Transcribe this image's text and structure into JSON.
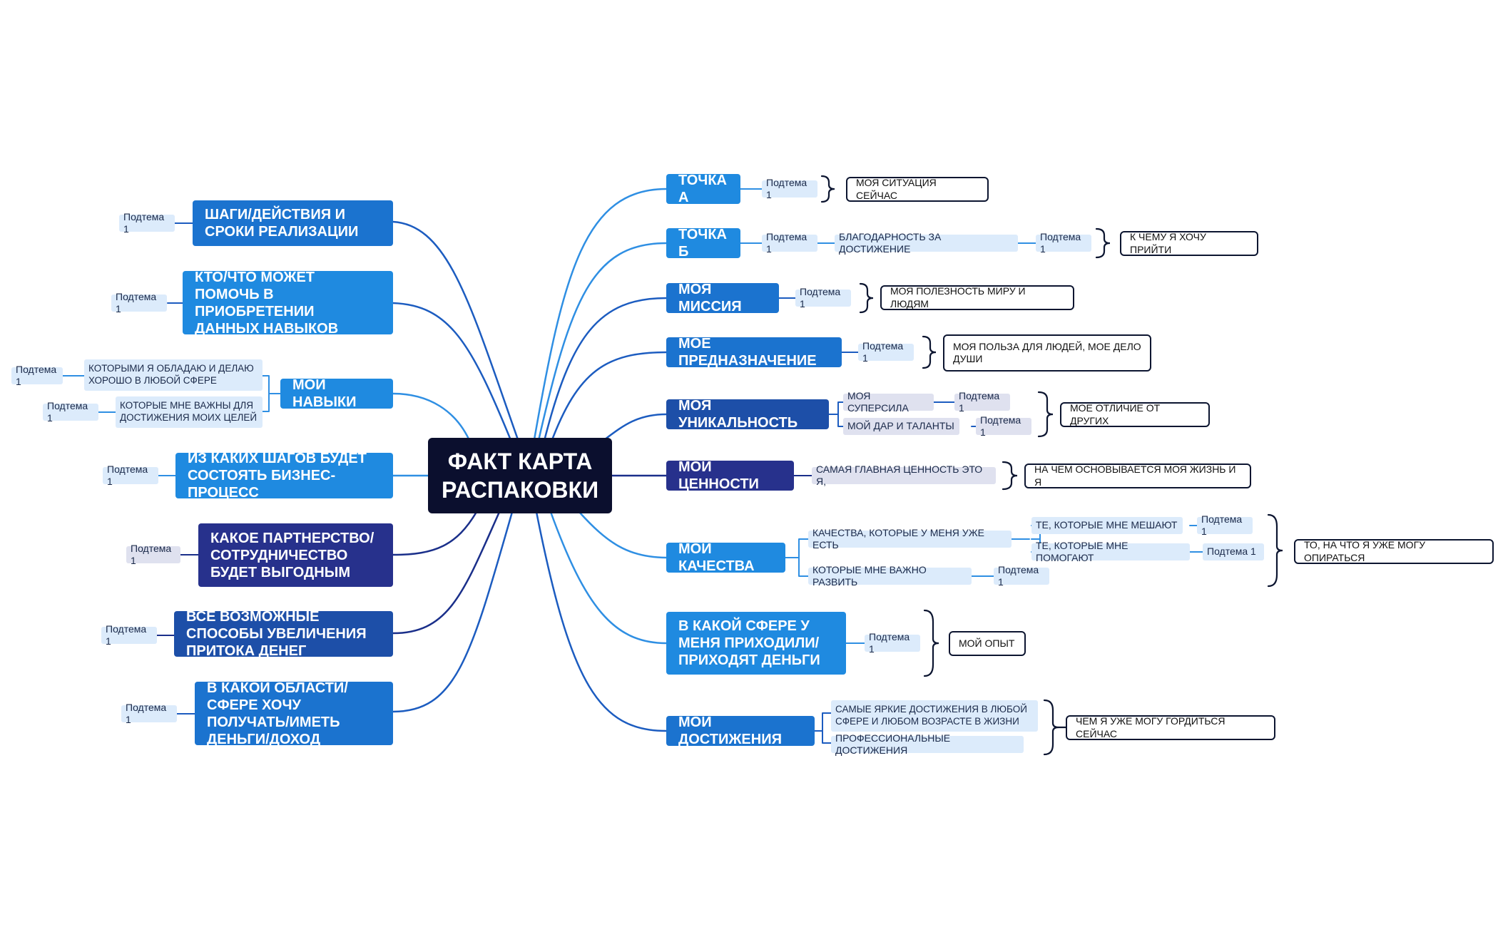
{
  "center": "ФАКТ КАРТА\nРАСПАКОВКИ",
  "colors": {
    "line_light": "#2f8fe3",
    "line_mid": "#1c5cc0",
    "line_dark": "#1a2f8a",
    "summary_border": "#0c1530"
  },
  "left": {
    "shagi": "ШАГИ/ДЕЙСТВИЯ И СРОКИ РЕАЛИЗАЦИИ",
    "kto": "КТО/ЧТО МОЖЕТ ПОМОЧЬ В ПРИОБРЕТЕНИИ ДАННЫХ НАВЫКОВ",
    "navyki": "МОИ НАВЫКИ",
    "navyki_sub1": "КОТОРЫМИ Я ОБЛАДАЮ И ДЕЛАЮ ХОРОШО В ЛЮБОЙ СФЕРЕ",
    "navyki_sub2": "КОТОРЫЕ МНЕ ВАЖНЫ ДЛЯ ДОСТИЖЕНИЯ МОИХ ЦЕЛЕЙ",
    "shagov": "ИЗ КАКИХ ШАГОВ БУДЕТ СОСТОЯТЬ БИЗНЕС-ПРОЦЕСС",
    "partner": "КАКОЕ ПАРТНЕРСТВО/ СОТРУДНИЧЕСТВО БУДЕТ ВЫГОДНЫМ",
    "sposoby": "ВСЕ ВОЗМОЖНЫЕ СПОСОБЫ УВЕЛИЧЕНИЯ ПРИТОКА ДЕНЕГ",
    "oblast": "В КАКОЙ ОБЛАСТИ/СФЕРЕ ХОЧУ ПОЛУЧАТЬ/ИМЕТЬ ДЕНЬГИ/ДОХОД"
  },
  "right": {
    "tochka_a": "ТОЧКА А",
    "tochka_a_sum": "МОЯ СИТУАЦИЯ СЕЙЧАС",
    "tochka_b": "ТОЧКА Б",
    "tochka_b_sub": "БЛАГОДАРНОСТЬ ЗА ДОСТИЖЕНИЕ",
    "tochka_b_sum": "К ЧЕМУ Я ХОЧУ ПРИЙТИ",
    "missiya": "МОЯ МИССИЯ",
    "missiya_sum": "МОЯ ПОЛЕЗНОСТЬ МИРУ И ЛЮДЯМ",
    "prednaz": "МОЕ ПРЕДНАЗНАЧЕНИЕ",
    "prednaz_sum": "МОЯ ПОЛЬЗА ДЛЯ ЛЮДЕЙ, МОЕ ДЕЛО ДУШИ",
    "unik": "МОЯ УНИКАЛЬНОСТЬ",
    "unik_sub1": "МОЯ СУПЕРСИЛА",
    "unik_sub2": "МОЙ ДАР И ТАЛАНТЫ",
    "unik_sum": "МОЕ ОТЛИЧИЕ ОТ ДРУГИХ",
    "tsennosti": "МОИ ЦЕННОСТИ",
    "tsennosti_sub": "САМАЯ ГЛАВНАЯ ЦЕННОСТЬ ЭТО Я,",
    "tsennosti_sum": "НА ЧЕМ ОСНОВЫВАЕТСЯ МОЯ ЖИЗНЬ И Я",
    "kachestva": "МОИ КАЧЕСТВА",
    "kach_sub1": "КАЧЕСТВА, КОТОРЫЕ У МЕНЯ УЖЕ ЕСТЬ",
    "kach_sub1a": "ТЕ, КОТОРЫЕ МНЕ МЕШАЮТ",
    "kach_sub1b": "ТЕ, КОТОРЫЕ МНЕ ПОМОГАЮТ",
    "kach_sub2": "КОТОРЫЕ МНЕ ВАЖНО РАЗВИТЬ",
    "kach_sum": "ТО, НА ЧТО Я УЖЕ МОГУ ОПИРАТЬСЯ",
    "sfera": "В КАКОЙ СФЕРЕ У МЕНЯ ПРИХОДИЛИ/ПРИХОДЯТ ДЕНЬГИ",
    "sfera_sum": "МОЙ ОПЫТ",
    "dostizh": "МОИ ДОСТИЖЕНИЯ",
    "dostizh_sub1": "САМЫЕ ЯРКИЕ ДОСТИЖЕНИЯ В ЛЮБОЙ СФЕРЕ И ЛЮБОМ ВОЗРАСТЕ В ЖИЗНИ",
    "dostizh_sub2": "ПРОФЕССИОНАЛЬНЫЕ ДОСТИЖЕНИЯ",
    "dostizh_sum": "ЧЕМ Я УЖЕ МОГУ ГОРДИТЬСЯ СЕЙЧАС"
  },
  "subtopic": "Подтема 1"
}
